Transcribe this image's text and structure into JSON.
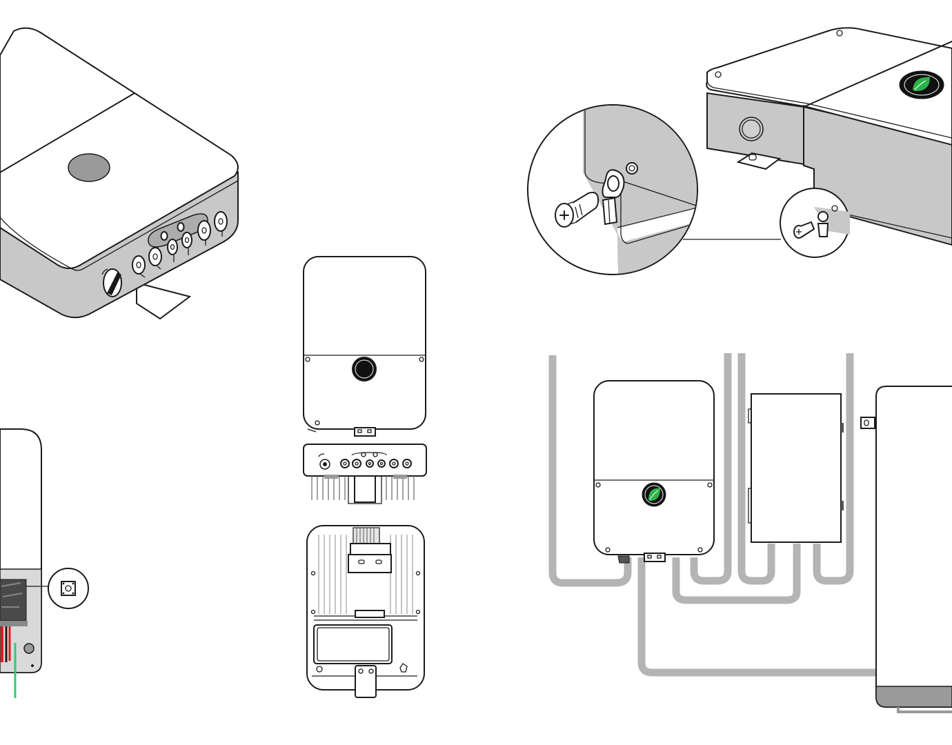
{
  "figure": {
    "panels": [
      {
        "id": "inverter-isometric-top"
      },
      {
        "id": "inverter-wiring-closeup"
      },
      {
        "id": "inverter-front-view"
      },
      {
        "id": "inverter-bottom-ports-view"
      },
      {
        "id": "inverter-back-mounting-view"
      },
      {
        "id": "inverter-grounding-lug-detail"
      },
      {
        "id": "inverter-conduit-installation"
      }
    ],
    "colors": {
      "line": "#1a1a1a",
      "body_gray": "#c8c8c8",
      "dark_gray": "#9a9a9a",
      "conduit_gray": "#b4b4b4",
      "wire_red": "#e11b22",
      "wire_green": "#2ecc71",
      "leaf_green": "#2bb34a",
      "logo_black": "#111111"
    },
    "icons": [
      "leaf-logo-icon",
      "ring-terminal-icon",
      "screw-icon",
      "dc-switch-knob-icon",
      "cable-gland-icon"
    ]
  }
}
